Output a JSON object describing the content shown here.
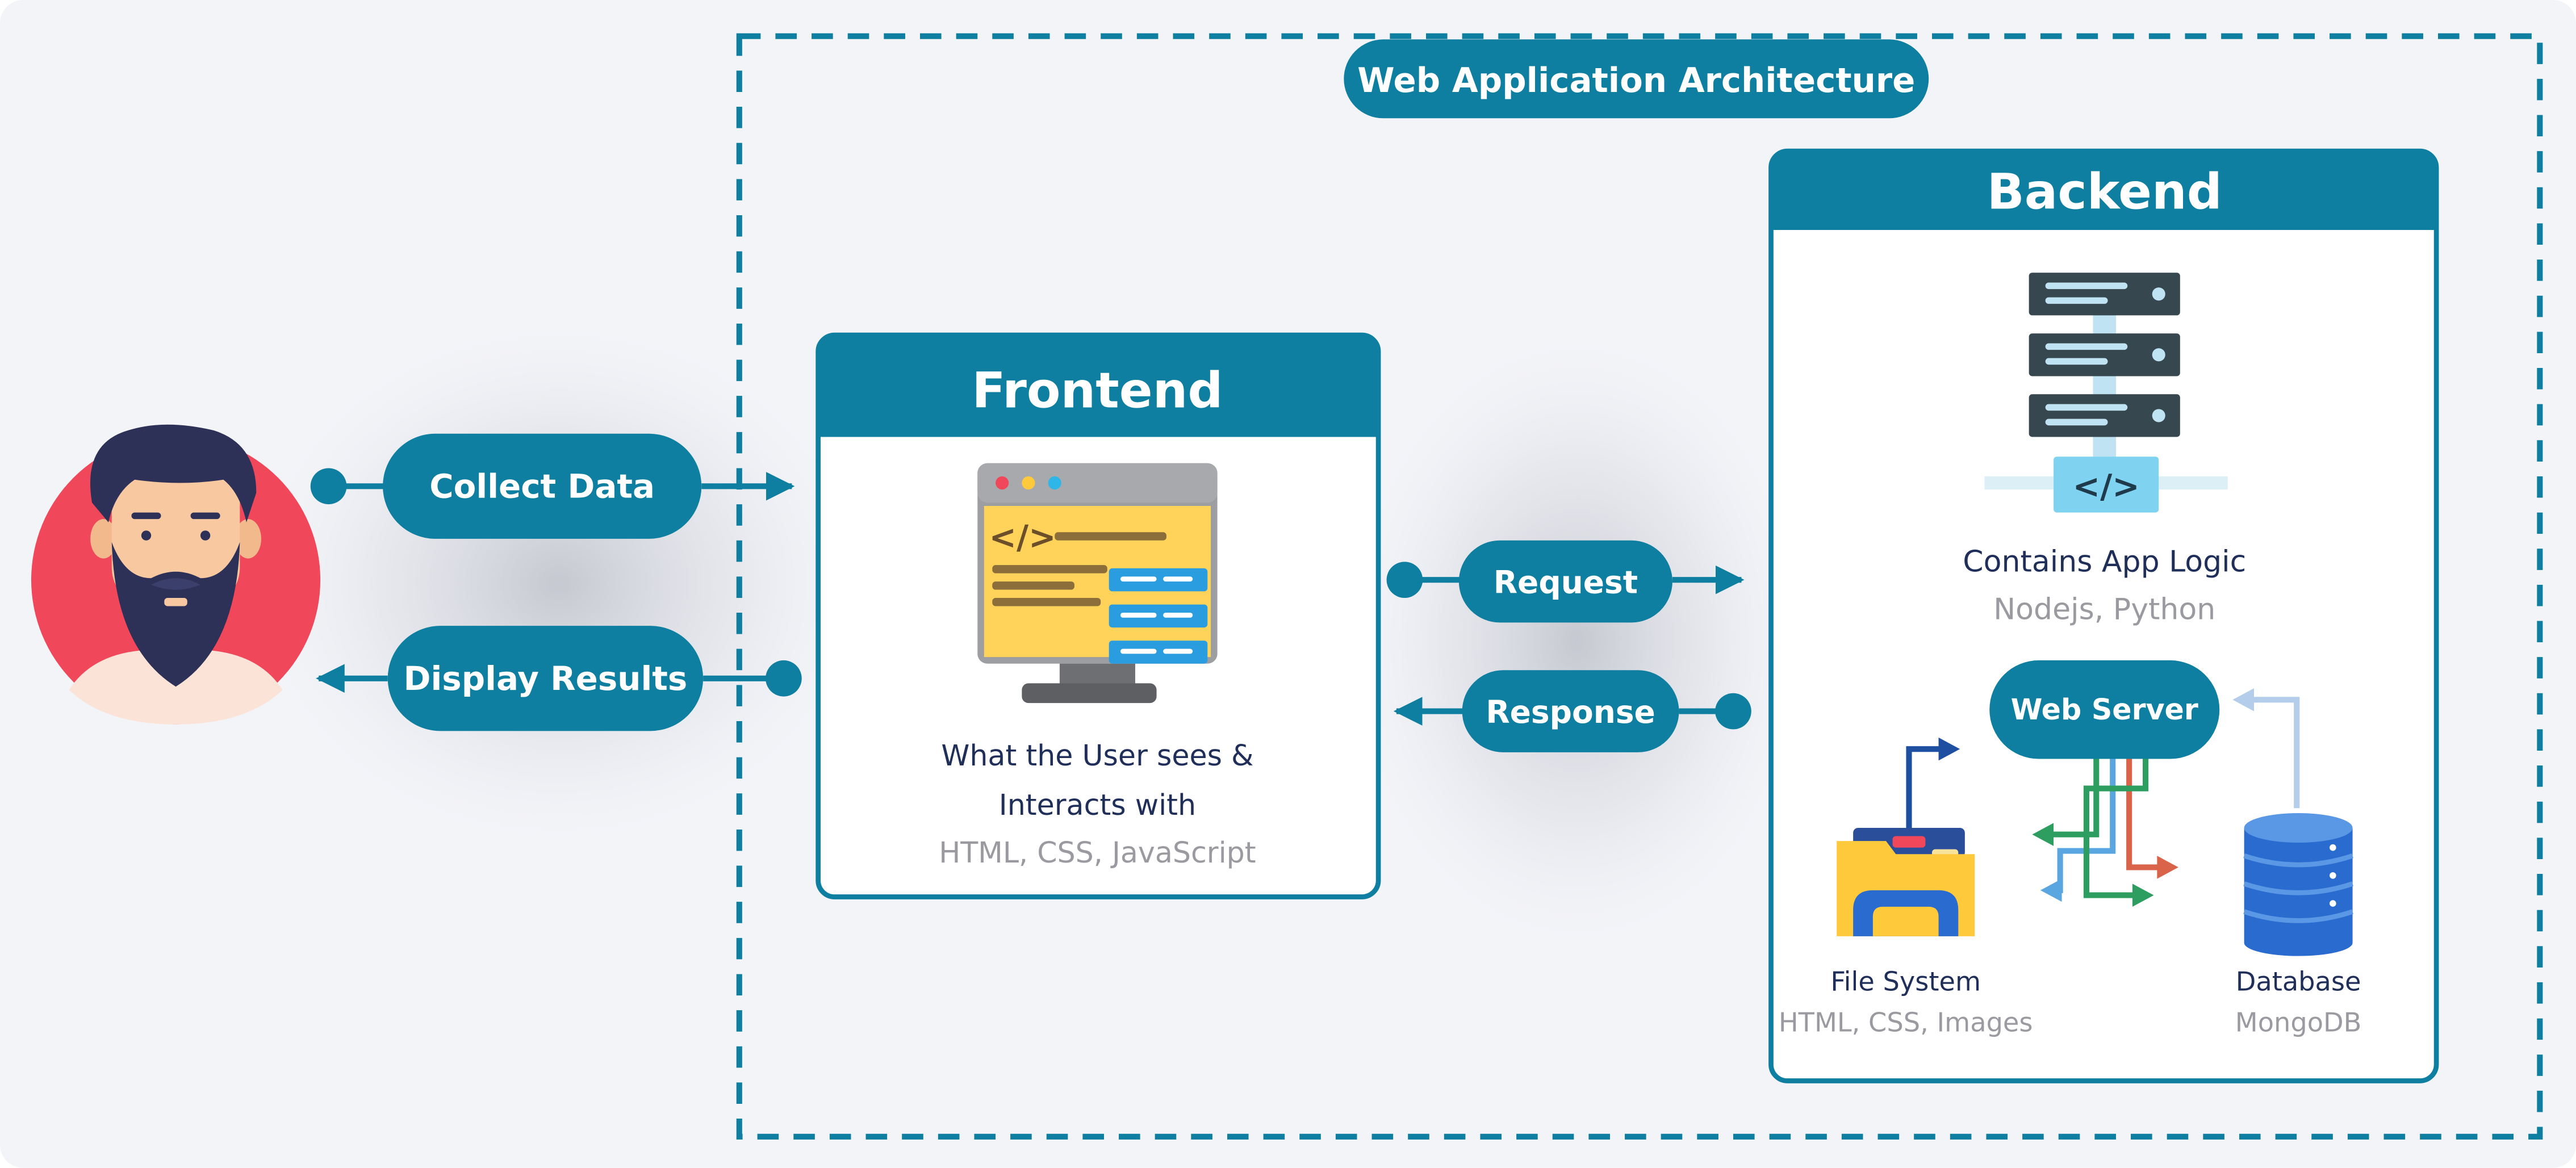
{
  "title": "Web Application Architecture",
  "user": {
    "icon": "bearded-man-avatar-icon"
  },
  "connectors": {
    "collect_data": "Collect Data",
    "display_results": "Display Results",
    "request": "Request",
    "response": "Response"
  },
  "frontend": {
    "title": "Frontend",
    "icon": "monitor-code-icon",
    "description_line1": "What the User sees &",
    "description_line2": "Interacts with",
    "tech": "HTML, CSS, JavaScript"
  },
  "backend": {
    "title": "Backend",
    "server_icon": "server-rack-code-icon",
    "logic_label": "Contains App Logic",
    "logic_tech": "Nodejs, Python",
    "web_server_label": "Web Server",
    "file_system": {
      "label": "File System",
      "sub": "HTML, CSS, Images",
      "icon": "folder-icon"
    },
    "database": {
      "label": "Database",
      "sub": "MongoDB",
      "icon": "database-icon"
    }
  },
  "colors": {
    "primary": "#0E7FA0",
    "dark_text": "#1F2F5A",
    "muted_text": "#9A9AA0",
    "avatar_bg": "#F0475A",
    "page_bg": "#F3F4F8"
  }
}
